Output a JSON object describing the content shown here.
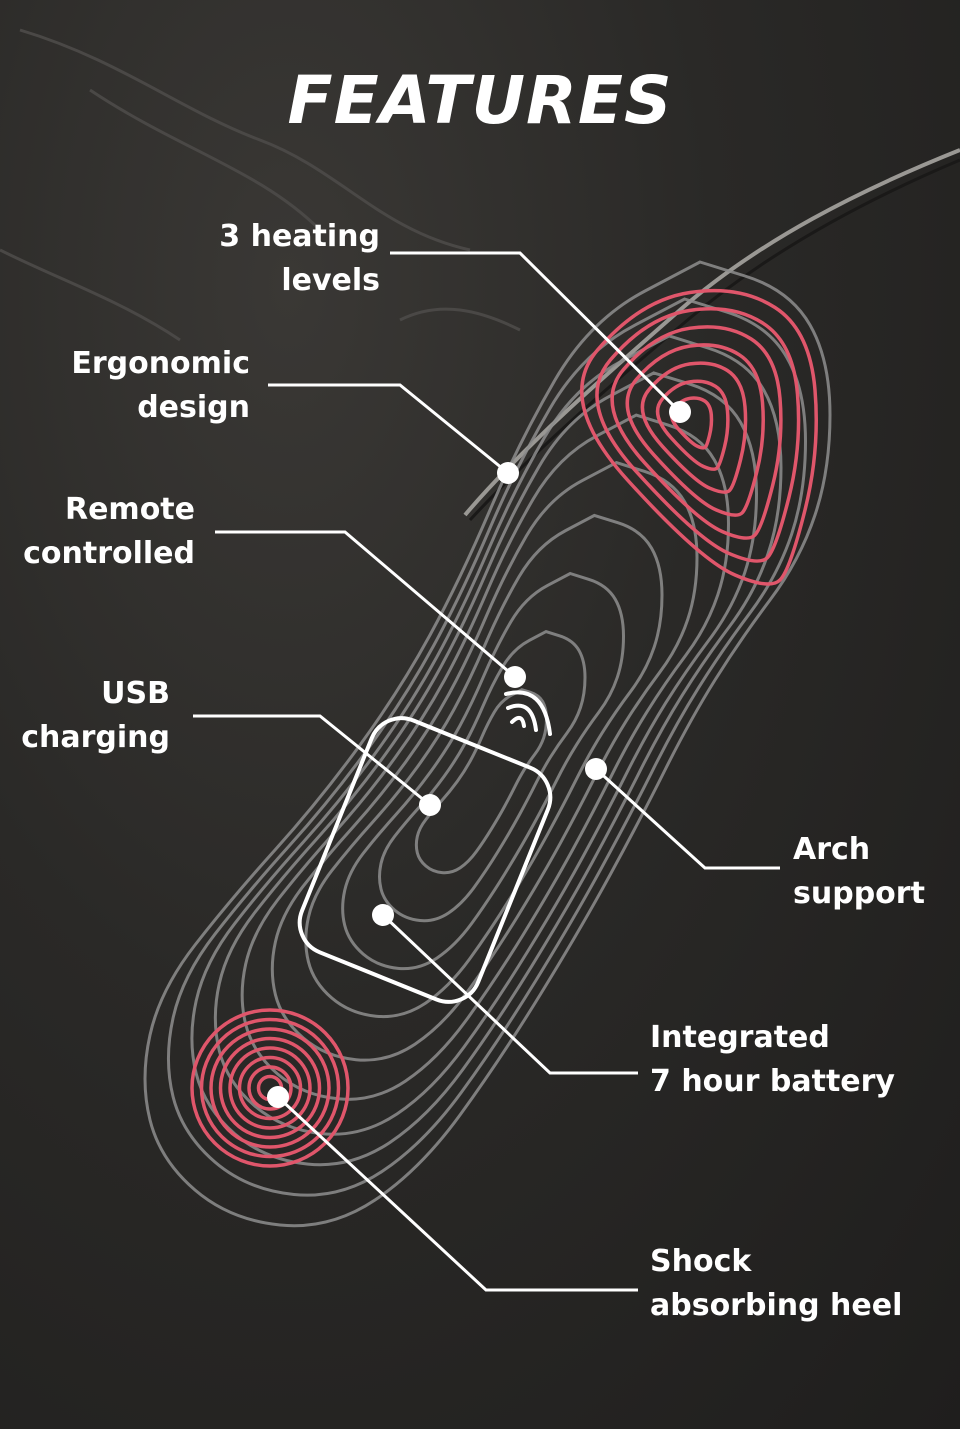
{
  "title": "FEATURES",
  "colors": {
    "background": "#252422",
    "contour": "#8e8e8e",
    "heat": "#e0566b",
    "callout": "#ffffff",
    "text": "#ffffff"
  },
  "callouts": [
    {
      "id": "heating-levels",
      "lines": [
        "3 heating",
        "levels"
      ]
    },
    {
      "id": "ergonomic-design",
      "lines": [
        "Ergonomic",
        "design"
      ]
    },
    {
      "id": "remote-controlled",
      "lines": [
        "Remote",
        "controlled"
      ]
    },
    {
      "id": "usb-charging",
      "lines": [
        "USB",
        "charging"
      ]
    },
    {
      "id": "arch-support",
      "lines": [
        "Arch",
        "support"
      ]
    },
    {
      "id": "battery",
      "lines": [
        "Integrated",
        "7 hour battery"
      ]
    },
    {
      "id": "shock-heel",
      "lines": [
        "Shock",
        "absorbing heel"
      ]
    }
  ]
}
